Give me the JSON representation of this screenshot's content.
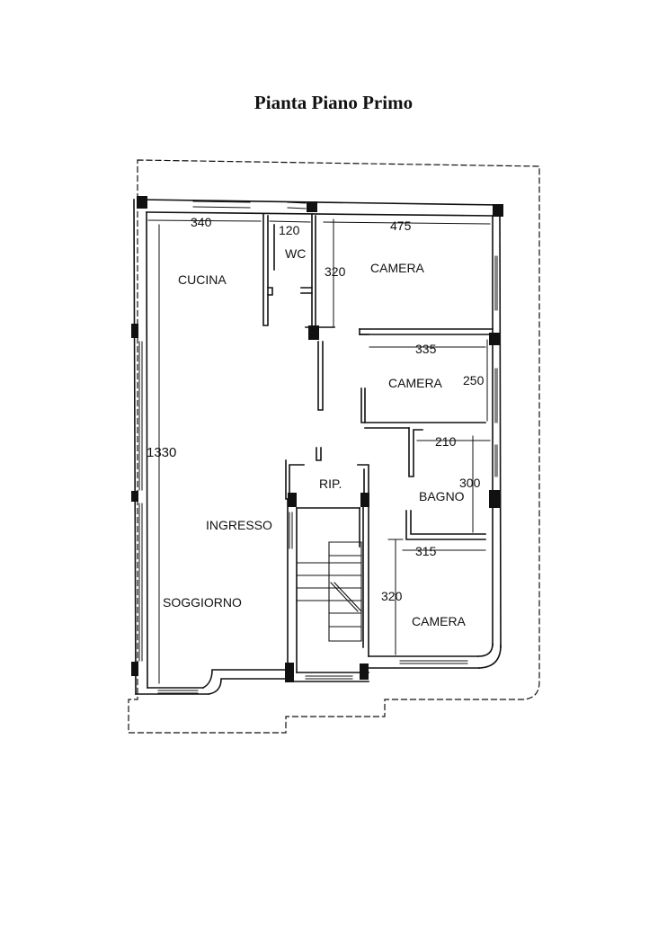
{
  "title": "Pianta Piano Primo",
  "rooms": {
    "cucina": "CUCINA",
    "wc": "WC",
    "camera_top": "CAMERA",
    "camera_middle": "CAMERA",
    "bagno": "BAGNO",
    "ripostiglio": "RIP.",
    "ingresso": "INGRESSO",
    "soggiorno": "SOGGIORNO",
    "camera_bottom": "CAMERA"
  },
  "dimensions": {
    "cucina_width": "340",
    "wc_width": "120",
    "camera_top_width": "475",
    "camera_top_depth": "320",
    "camera_middle_width": "335",
    "camera_middle_depth": "250",
    "bagno_width": "210",
    "bagno_depth": "300",
    "camera_bottom_width": "315",
    "camera_bottom_depth": "320",
    "total_depth": "1330"
  },
  "colors": {
    "ink": "#111111",
    "background": "#ffffff"
  }
}
